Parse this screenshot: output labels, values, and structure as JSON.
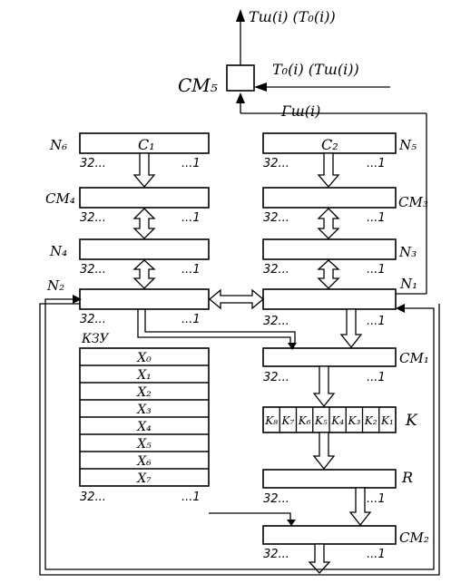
{
  "colors": {
    "ink": "#000000",
    "paper": "#ffffff"
  },
  "adder5": {
    "label": "CM₅"
  },
  "outputs": {
    "top_out": "Tш(i) (T₀(i))",
    "right_in": "T₀(i) (Tш(i))",
    "gamma": "Гш(i)"
  },
  "registers": {
    "n6": {
      "name": "N₆",
      "content": "C₁"
    },
    "n5": {
      "name": "N₅",
      "content": "C₂"
    },
    "cm4": {
      "name": "CM₄"
    },
    "cm3": {
      "name": "CM₃"
    },
    "n4": {
      "name": "N₄"
    },
    "n3": {
      "name": "N₃"
    },
    "n2": {
      "name": "N₂"
    },
    "n1": {
      "name": "N₁"
    },
    "cm1": {
      "name": "CM₁"
    },
    "r": {
      "name": "R"
    },
    "cm2": {
      "name": "CM₂"
    }
  },
  "bits": {
    "high": "32...",
    "low": "...1"
  },
  "kzu": {
    "label": "КЗУ",
    "cells": [
      "X₀",
      "X₁",
      "X₂",
      "X₃",
      "X₄",
      "X₅",
      "X₆",
      "X₇"
    ]
  },
  "k_block": {
    "label": "K",
    "cells": [
      "K₈",
      "K₇",
      "K₆",
      "K₅",
      "K₄",
      "K₃",
      "K₂",
      "K₁"
    ]
  }
}
